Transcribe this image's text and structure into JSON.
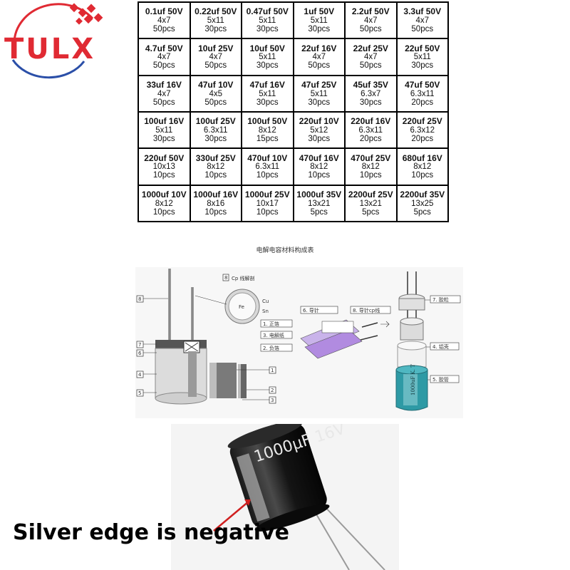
{
  "logo": {
    "text": "TULX"
  },
  "table": {
    "rows": [
      [
        {
          "value": "0.1uf 50V",
          "size": "4x7",
          "qty": "50pcs"
        },
        {
          "value": "0.22uf 50V",
          "size": "5x11",
          "qty": "30pcs"
        },
        {
          "value": "0.47uf 50V",
          "size": "5x11",
          "qty": "30pcs"
        },
        {
          "value": "1uf 50V",
          "size": "5x11",
          "qty": "30pcs"
        },
        {
          "value": "2.2uf 50V",
          "size": "4x7",
          "qty": "50pcs"
        },
        {
          "value": "3.3uf 50V",
          "size": "4x7",
          "qty": "50pcs"
        }
      ],
      [
        {
          "value": "4.7uf 50V",
          "size": "4x7",
          "qty": "50pcs"
        },
        {
          "value": "10uf 25V",
          "size": "4x7",
          "qty": "50pcs"
        },
        {
          "value": "10uf 50V",
          "size": "5x11",
          "qty": "30pcs"
        },
        {
          "value": "22uf 16V",
          "size": "4x7",
          "qty": "50pcs"
        },
        {
          "value": "22uf 25V",
          "size": "4x7",
          "qty": "50pcs"
        },
        {
          "value": "22uf 50V",
          "size": "5x11",
          "qty": "30pcs"
        }
      ],
      [
        {
          "value": "33uf 16V",
          "size": "4x7",
          "qty": "50pcs"
        },
        {
          "value": "47uf 10V",
          "size": "4x5",
          "qty": "50pcs"
        },
        {
          "value": "47uf 16V",
          "size": "5x11",
          "qty": "30pcs"
        },
        {
          "value": "47uf 25V",
          "size": "5x11",
          "qty": "30pcs"
        },
        {
          "value": "45uf 35V",
          "size": "6.3x7",
          "qty": "30pcs"
        },
        {
          "value": "47uf 50V",
          "size": "6.3x11",
          "qty": "20pcs"
        }
      ],
      [
        {
          "value": "100uf 16V",
          "size": "5x11",
          "qty": "30pcs"
        },
        {
          "value": "100uf 25V",
          "size": "6.3x11",
          "qty": "30pcs"
        },
        {
          "value": "100uf 50V",
          "size": "8x12",
          "qty": "15pcs"
        },
        {
          "value": "220uf 10V",
          "size": "5x12",
          "qty": "30pcs"
        },
        {
          "value": "220uf 16V",
          "size": "6.3x11",
          "qty": "20pcs"
        },
        {
          "value": "220uf 25V",
          "size": "6.3x12",
          "qty": "20pcs"
        }
      ],
      [
        {
          "value": "220uf 50V",
          "size": "10x13",
          "qty": "10pcs"
        },
        {
          "value": "330uf 25V",
          "size": "8x12",
          "qty": "10pcs"
        },
        {
          "value": "470uf 10V",
          "size": "6.3x11",
          "qty": "10pcs"
        },
        {
          "value": "470uf 16V",
          "size": "8x12",
          "qty": "10pcs"
        },
        {
          "value": "470uf 25V",
          "size": "8x12",
          "qty": "10pcs"
        },
        {
          "value": "680uf 16V",
          "size": "8x12",
          "qty": "10pcs"
        }
      ],
      [
        {
          "value": "1000uf 10V",
          "size": "8x12",
          "qty": "10pcs"
        },
        {
          "value": "1000uf 16V",
          "size": "8x16",
          "qty": "10pcs"
        },
        {
          "value": "1000uf 25V",
          "size": "10x17",
          "qty": "10pcs"
        },
        {
          "value": "1000uf 35V",
          "size": "13x21",
          "qty": "5pcs"
        },
        {
          "value": "2200uf 25V",
          "size": "13x21",
          "qty": "5pcs"
        },
        {
          "value": "2200uf 35V",
          "size": "13x25",
          "qty": "5pcs"
        }
      ]
    ]
  },
  "diagram": {
    "caption": "电解电容材料构成表",
    "cp_title": "Cp 线解剖",
    "num_8": "8",
    "fe": "Fe",
    "cu": "Cu",
    "sn": "Sn",
    "label_6": "6. 导针",
    "label_8": "8. 导针cp线",
    "label_1": "1. 正箔",
    "label_3": "3. 电解纸",
    "label_2": "2. 负箔",
    "label_7": "7. 胶粒",
    "label_4": "4. 铝壳",
    "label_5": "5. 胶管",
    "left_nums": [
      "8",
      "7",
      "6",
      "4",
      "5"
    ],
    "right_nums": [
      "1",
      "2",
      "3"
    ],
    "sleeve_text": "1000uF K. T"
  },
  "photo": {
    "cap_marking": "1000µF 16V",
    "caption": "Silver edge is negative"
  },
  "colors": {
    "logo_red": "#e02a33",
    "logo_blue": "#2b4fa8",
    "sleeve_teal": "#2e9aa5",
    "foil_purple": "#b18be0"
  }
}
